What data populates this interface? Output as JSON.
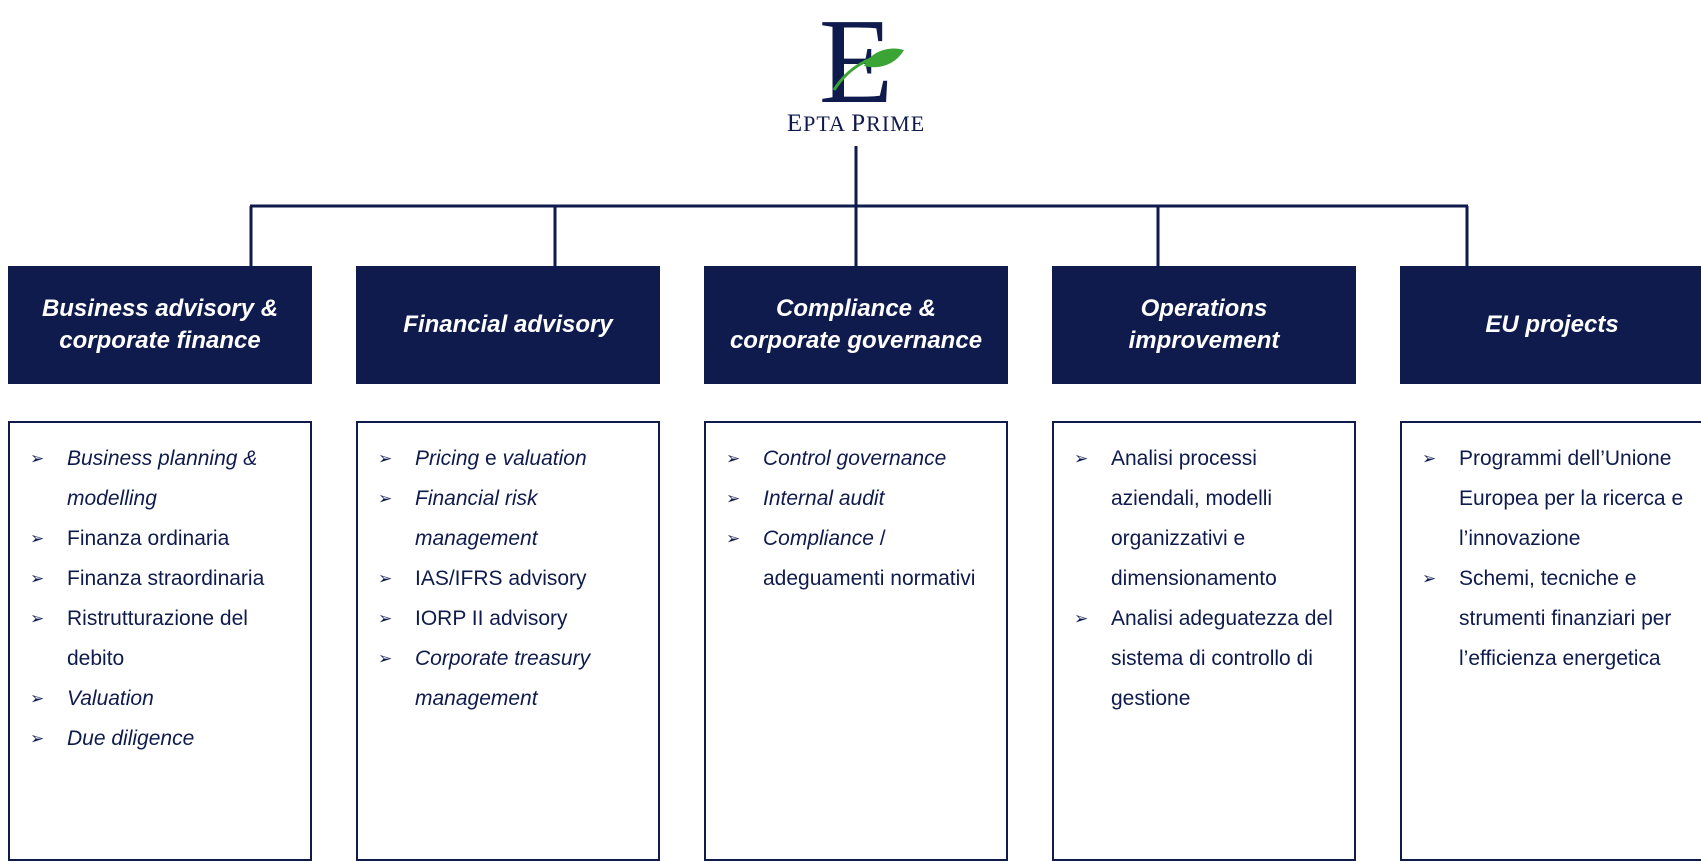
{
  "logo": {
    "letter": "E",
    "name_prefix_E": "E",
    "name_rest_1": "PTA ",
    "name_prefix_P": "P",
    "name_rest_2": "RIME"
  },
  "colors": {
    "navy": "#0f1a4d",
    "leaf_green": "#3aa535",
    "white": "#ffffff"
  },
  "bullet_glyph": "➢",
  "columns": [
    {
      "header": "Business advisory & corporate finance",
      "items": [
        {
          "parts": [
            {
              "text": "Business planning & modelling",
              "italic": true
            }
          ]
        },
        {
          "parts": [
            {
              "text": "Finanza ordinaria",
              "italic": false
            }
          ]
        },
        {
          "parts": [
            {
              "text": "Finanza straordinaria",
              "italic": false
            }
          ]
        },
        {
          "parts": [
            {
              "text": "Ristrutturazione del debito",
              "italic": false
            }
          ]
        },
        {
          "parts": [
            {
              "text": "Valuation",
              "italic": true
            }
          ]
        },
        {
          "parts": [
            {
              "text": "Due diligence",
              "italic": true
            }
          ]
        }
      ]
    },
    {
      "header": "Financial advisory",
      "items": [
        {
          "parts": [
            {
              "text": "Pricing",
              "italic": true
            },
            {
              "text": " e ",
              "italic": false
            },
            {
              "text": "valuation",
              "italic": true
            }
          ]
        },
        {
          "parts": [
            {
              "text": "Financial risk management",
              "italic": true
            }
          ]
        },
        {
          "parts": [
            {
              "text": "IAS/IFRS advisory",
              "italic": false
            }
          ]
        },
        {
          "parts": [
            {
              "text": "IORP II advisory",
              "italic": false
            }
          ]
        },
        {
          "parts": [
            {
              "text": "Corporate treasury management",
              "italic": true
            }
          ]
        }
      ]
    },
    {
      "header": "Compliance & corporate governance",
      "items": [
        {
          "parts": [
            {
              "text": "Control governance",
              "italic": true
            }
          ]
        },
        {
          "parts": [
            {
              "text": "Internal audit",
              "italic": true
            }
          ]
        },
        {
          "parts": [
            {
              "text": "Compliance",
              "italic": true
            },
            {
              "text": " / adeguamenti normativi",
              "italic": false
            }
          ]
        }
      ]
    },
    {
      "header": "Operations improvement",
      "items": [
        {
          "parts": [
            {
              "text": "Analisi processi aziendali, modelli organizzativi e dimensionamento",
              "italic": false
            }
          ]
        },
        {
          "parts": [
            {
              "text": "Analisi adeguatezza del sistema di controllo di gestione",
              "italic": false
            }
          ]
        }
      ]
    },
    {
      "header": "EU projects",
      "items": [
        {
          "parts": [
            {
              "text": "Programmi dell’Unione Europea per la ricerca e l’innovazione",
              "italic": false
            }
          ]
        },
        {
          "parts": [
            {
              "text": "Schemi, tecniche e strumenti finanziari per l’efficienza energetica",
              "italic": false
            }
          ]
        }
      ]
    }
  ]
}
